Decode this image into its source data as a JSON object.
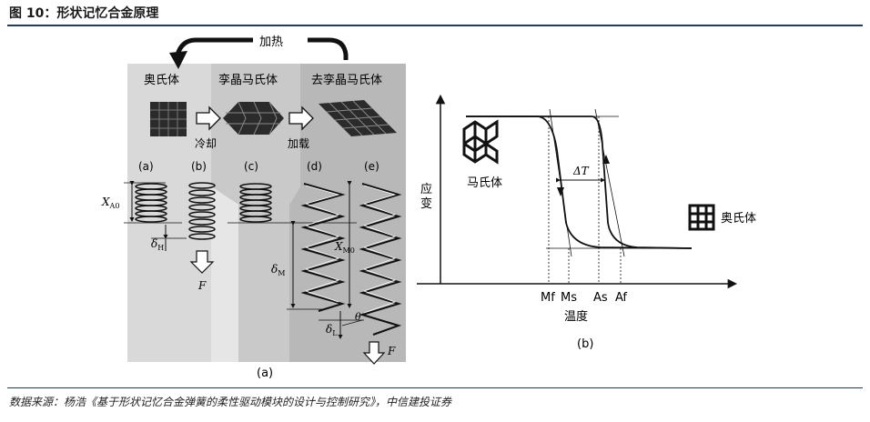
{
  "figure": {
    "title": "图 10：形状记忆合金原理",
    "source": "数据来源：杨浩《基于形状记忆合金弹簧的柔性驱动模块的设计与控制研究》，中信建投证券"
  },
  "panel_a": {
    "heating_label": "加热",
    "phases": [
      "奥氏体",
      "孪晶马氏体",
      "去孪晶马氏体"
    ],
    "arrow_labels": {
      "cool": "冷却",
      "load": "加载"
    },
    "sub_labels": [
      "(a)",
      "(b)",
      "(c)",
      "(d)",
      "(e)"
    ],
    "symbols": {
      "xa0": "X",
      "xa0_sub": "A0",
      "dh": "δ",
      "dh_sub": "H",
      "dm": "δ",
      "dm_sub": "M",
      "xm0": "X",
      "xm0_sub": "M0",
      "dl": "δ",
      "dl_sub": "L",
      "theta": "θ",
      "force_b": "F",
      "force_e": "F"
    },
    "caption": "(a)"
  },
  "panel_b": {
    "y_axis_label": "应变",
    "x_axis_label": "温度",
    "martensite_label": "马氏体",
    "austenite_label": "奥氏体",
    "delta_t": "ΔT",
    "ticks": [
      "Mf",
      "Ms",
      "As",
      "Af"
    ],
    "caption": "(b)"
  },
  "colors": {
    "rule": "#1f3a6e",
    "panel_light": "#dcdcdc",
    "panel_mid": "#bdbdbd"
  }
}
